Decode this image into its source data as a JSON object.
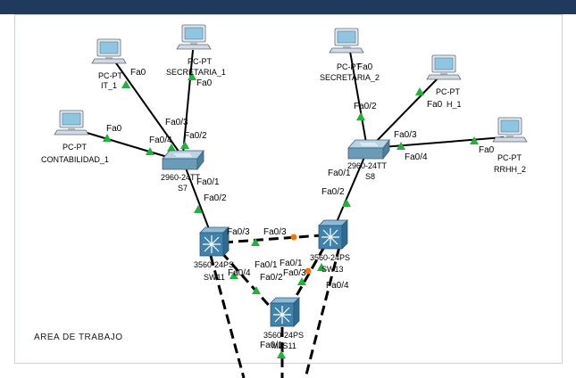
{
  "workspace_label": "AREA DE TRABAJO",
  "colors": {
    "header": "#1f3a5c",
    "link": "#000000",
    "link_up": "#1fb33a",
    "link_blocked": "#ee7b00",
    "switch_2960": "#7aa8c2",
    "switch_3560": "#3f83ad",
    "pc_screen": "#8ec5e0"
  },
  "devices": {
    "pc_it1": {
      "type": "PC-PT",
      "name": "IT_1"
    },
    "pc_secretaria1": {
      "type": "PC-PT",
      "name": "SECRETARIA_1"
    },
    "pc_contabilidad1": {
      "type": "PC-PT",
      "name": "CONTABILIDAD_1"
    },
    "pc_secretaria2": {
      "type": "PC-PT",
      "name": "SECRETARIA_2"
    },
    "pc_h1": {
      "type": "PC-PT",
      "name": "H_1"
    },
    "pc_rrhh2": {
      "type": "PC-PT",
      "name": "RRHH_2"
    },
    "s7": {
      "model": "2960-24TT",
      "name": "S7"
    },
    "s8": {
      "model": "2960-24TT",
      "name": "S8"
    },
    "sw11": {
      "model": "3560-24PS",
      "name": "SW11"
    },
    "sw13": {
      "model": "3560-24PS",
      "name": "SW13"
    },
    "mls11": {
      "model": "3560-24PS",
      "name": "MLS11"
    }
  },
  "ports": {
    "it1_fa0": "Fa0",
    "sec1_fa0": "Fa0",
    "s7_fa03": "Fa0/3",
    "s7_fa04": "Fa0/4",
    "cont1_fa0": "Fa0",
    "s7_fa02_up": "Fa0/2",
    "s7_fa01": "Fa0/1",
    "sw11_fa02": "Fa0/2",
    "sw11_fa03": "Fa0/3",
    "sw13_fa03": "Fa0/3",
    "sec2_fa0": "Fa0",
    "s8_fa02_up": "Fa0/2",
    "h1_fa0": "Fa0",
    "s8_fa03": "Fa0/3",
    "s8_fa04": "Fa0/4",
    "rrhh2_fa0": "Fa0",
    "s8_fa01": "Fa0/1",
    "sw13_fa02": "Fa0/2",
    "sw11_fa01": "Fa0/1",
    "sw11_fa04": "Fa0/4",
    "mls11_fa02": "Fa0/2",
    "sw13_fa01": "Fa0/1",
    "mls11_fa03": "Fa0/3",
    "sw13_fa04": "Fa0/4",
    "mls11_fa01": "Fa0/1"
  }
}
